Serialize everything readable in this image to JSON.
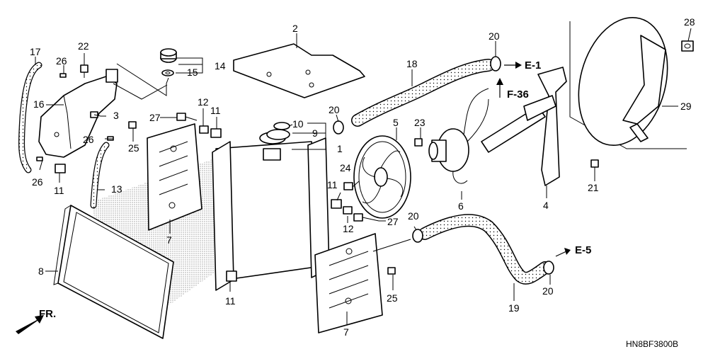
{
  "diagram": {
    "code": "HN8BF3800B",
    "front_label": "FR.",
    "refs": {
      "e1": "E-1",
      "f36": "F-36",
      "e5": "E-5"
    },
    "callouts": [
      {
        "id": "c1",
        "text": "1"
      },
      {
        "id": "c2",
        "text": "2"
      },
      {
        "id": "c3",
        "text": "3"
      },
      {
        "id": "c4",
        "text": "4"
      },
      {
        "id": "c5",
        "text": "5"
      },
      {
        "id": "c6",
        "text": "6"
      },
      {
        "id": "c7a",
        "text": "7"
      },
      {
        "id": "c7b",
        "text": "7"
      },
      {
        "id": "c8",
        "text": "8"
      },
      {
        "id": "c9",
        "text": "9"
      },
      {
        "id": "c10",
        "text": "10"
      },
      {
        "id": "c11a",
        "text": "11"
      },
      {
        "id": "c11b",
        "text": "11"
      },
      {
        "id": "c11c",
        "text": "11"
      },
      {
        "id": "c11d",
        "text": "11"
      },
      {
        "id": "c12a",
        "text": "12"
      },
      {
        "id": "c12b",
        "text": "12"
      },
      {
        "id": "c13",
        "text": "13"
      },
      {
        "id": "c14",
        "text": "14"
      },
      {
        "id": "c15",
        "text": "15"
      },
      {
        "id": "c16",
        "text": "16"
      },
      {
        "id": "c17",
        "text": "17"
      },
      {
        "id": "c18",
        "text": "18"
      },
      {
        "id": "c19",
        "text": "19"
      },
      {
        "id": "c20a",
        "text": "20"
      },
      {
        "id": "c20b",
        "text": "20"
      },
      {
        "id": "c20c",
        "text": "20"
      },
      {
        "id": "c20d",
        "text": "20"
      },
      {
        "id": "c21",
        "text": "21"
      },
      {
        "id": "c22",
        "text": "22"
      },
      {
        "id": "c23",
        "text": "23"
      },
      {
        "id": "c24",
        "text": "24"
      },
      {
        "id": "c25a",
        "text": "25"
      },
      {
        "id": "c25b",
        "text": "25"
      },
      {
        "id": "c26a",
        "text": "26"
      },
      {
        "id": "c26b",
        "text": "26"
      },
      {
        "id": "c26c",
        "text": "26"
      },
      {
        "id": "c27a",
        "text": "27"
      },
      {
        "id": "c27b",
        "text": "27"
      },
      {
        "id": "c28",
        "text": "28"
      },
      {
        "id": "c29",
        "text": "29"
      }
    ]
  }
}
